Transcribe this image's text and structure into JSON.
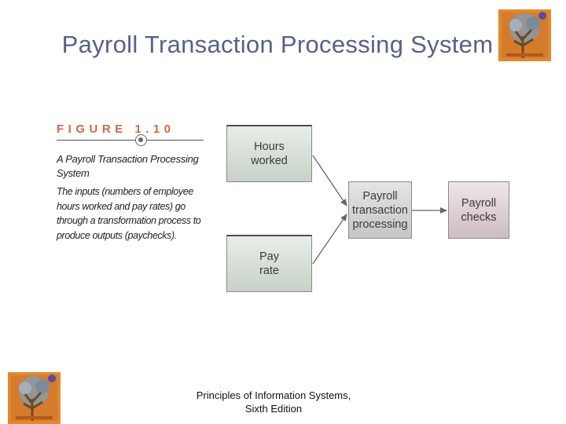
{
  "slide": {
    "title": "Payroll Transaction Processing System",
    "footer_line1": "Principles of Information Systems,",
    "footer_line2": "Sixth Edition"
  },
  "figure": {
    "label": "FIGURE 1.10",
    "caption_title": "A Payroll Transaction Processing System",
    "caption_body": "The inputs (numbers of employee hours worked and pay rates) go through a transformation process to produce outputs (paychecks)."
  },
  "diagram": {
    "nodes": {
      "hours_worked": "Hours\nworked",
      "pay_rate": "Pay\nrate",
      "processing": "Payroll\ntransaction\nprocessing",
      "checks": "Payroll\nchecks"
    },
    "edges": [
      {
        "from": "Hours worked",
        "to": "Payroll transaction processing"
      },
      {
        "from": "Pay rate",
        "to": "Payroll transaction processing"
      },
      {
        "from": "Payroll transaction processing",
        "to": "Payroll checks"
      }
    ]
  },
  "colors": {
    "title": "#5a5f8e",
    "figure_label": "#d06a45",
    "logo_background": "#e0892e"
  },
  "icons": {
    "logo": "tree-logo-icon"
  }
}
